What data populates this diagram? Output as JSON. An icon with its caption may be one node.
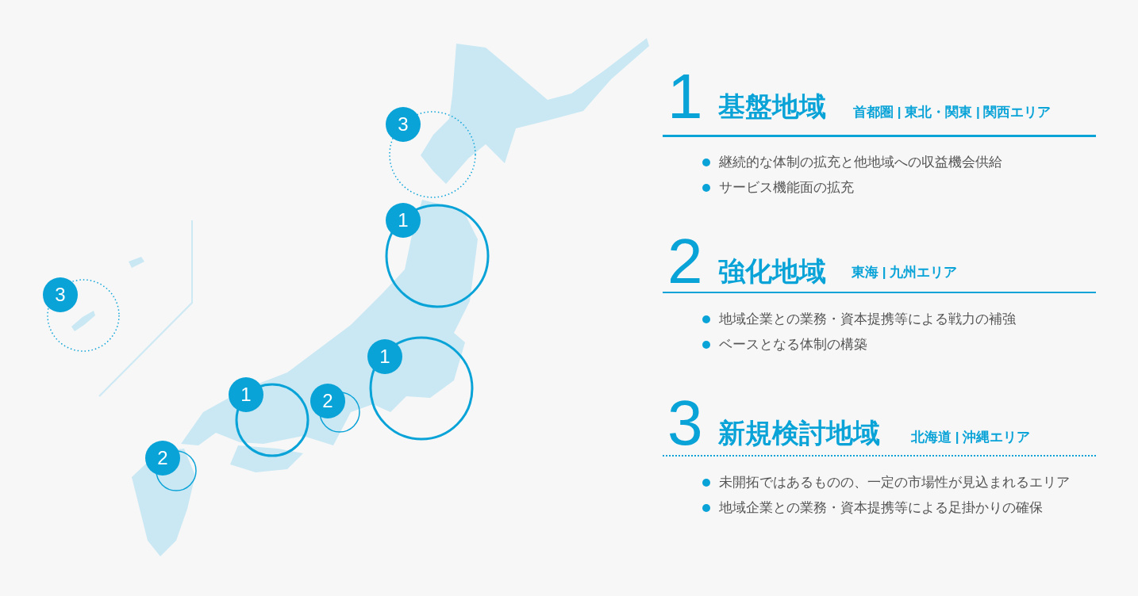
{
  "diagram": {
    "nodes": [
      {
        "text": [
          "3"
        ]
      },
      {
        "text": [
          "1"
        ]
      },
      {
        "text": [
          "3"
        ]
      },
      {
        "text": [
          "1"
        ]
      },
      {
        "text": [
          "1"
        ]
      },
      {
        "text": [
          "2"
        ]
      },
      {
        "text": [
          "2"
        ]
      }
    ],
    "edges": [],
    "labels": [
      "1",
      "基盤地域",
      "首都圏 | 東北・関東 | 関西エリア",
      "継続的な体制の拡充と他地域への収益機会供給",
      "サービス機能面の拡充",
      "2",
      "強化地域",
      "東海 | 九州エリア",
      "地域企業との業務・資本提携等による戦力の補強",
      "ベースとなる体制の構築",
      "3",
      "新規検討地域",
      "北海道 | 沖縄エリア",
      "未開拓ではあるものの、一定の市場性が見込まれるエリア",
      "地域企業との業務・資本提携等による足掛かりの確保"
    ]
  }
}
